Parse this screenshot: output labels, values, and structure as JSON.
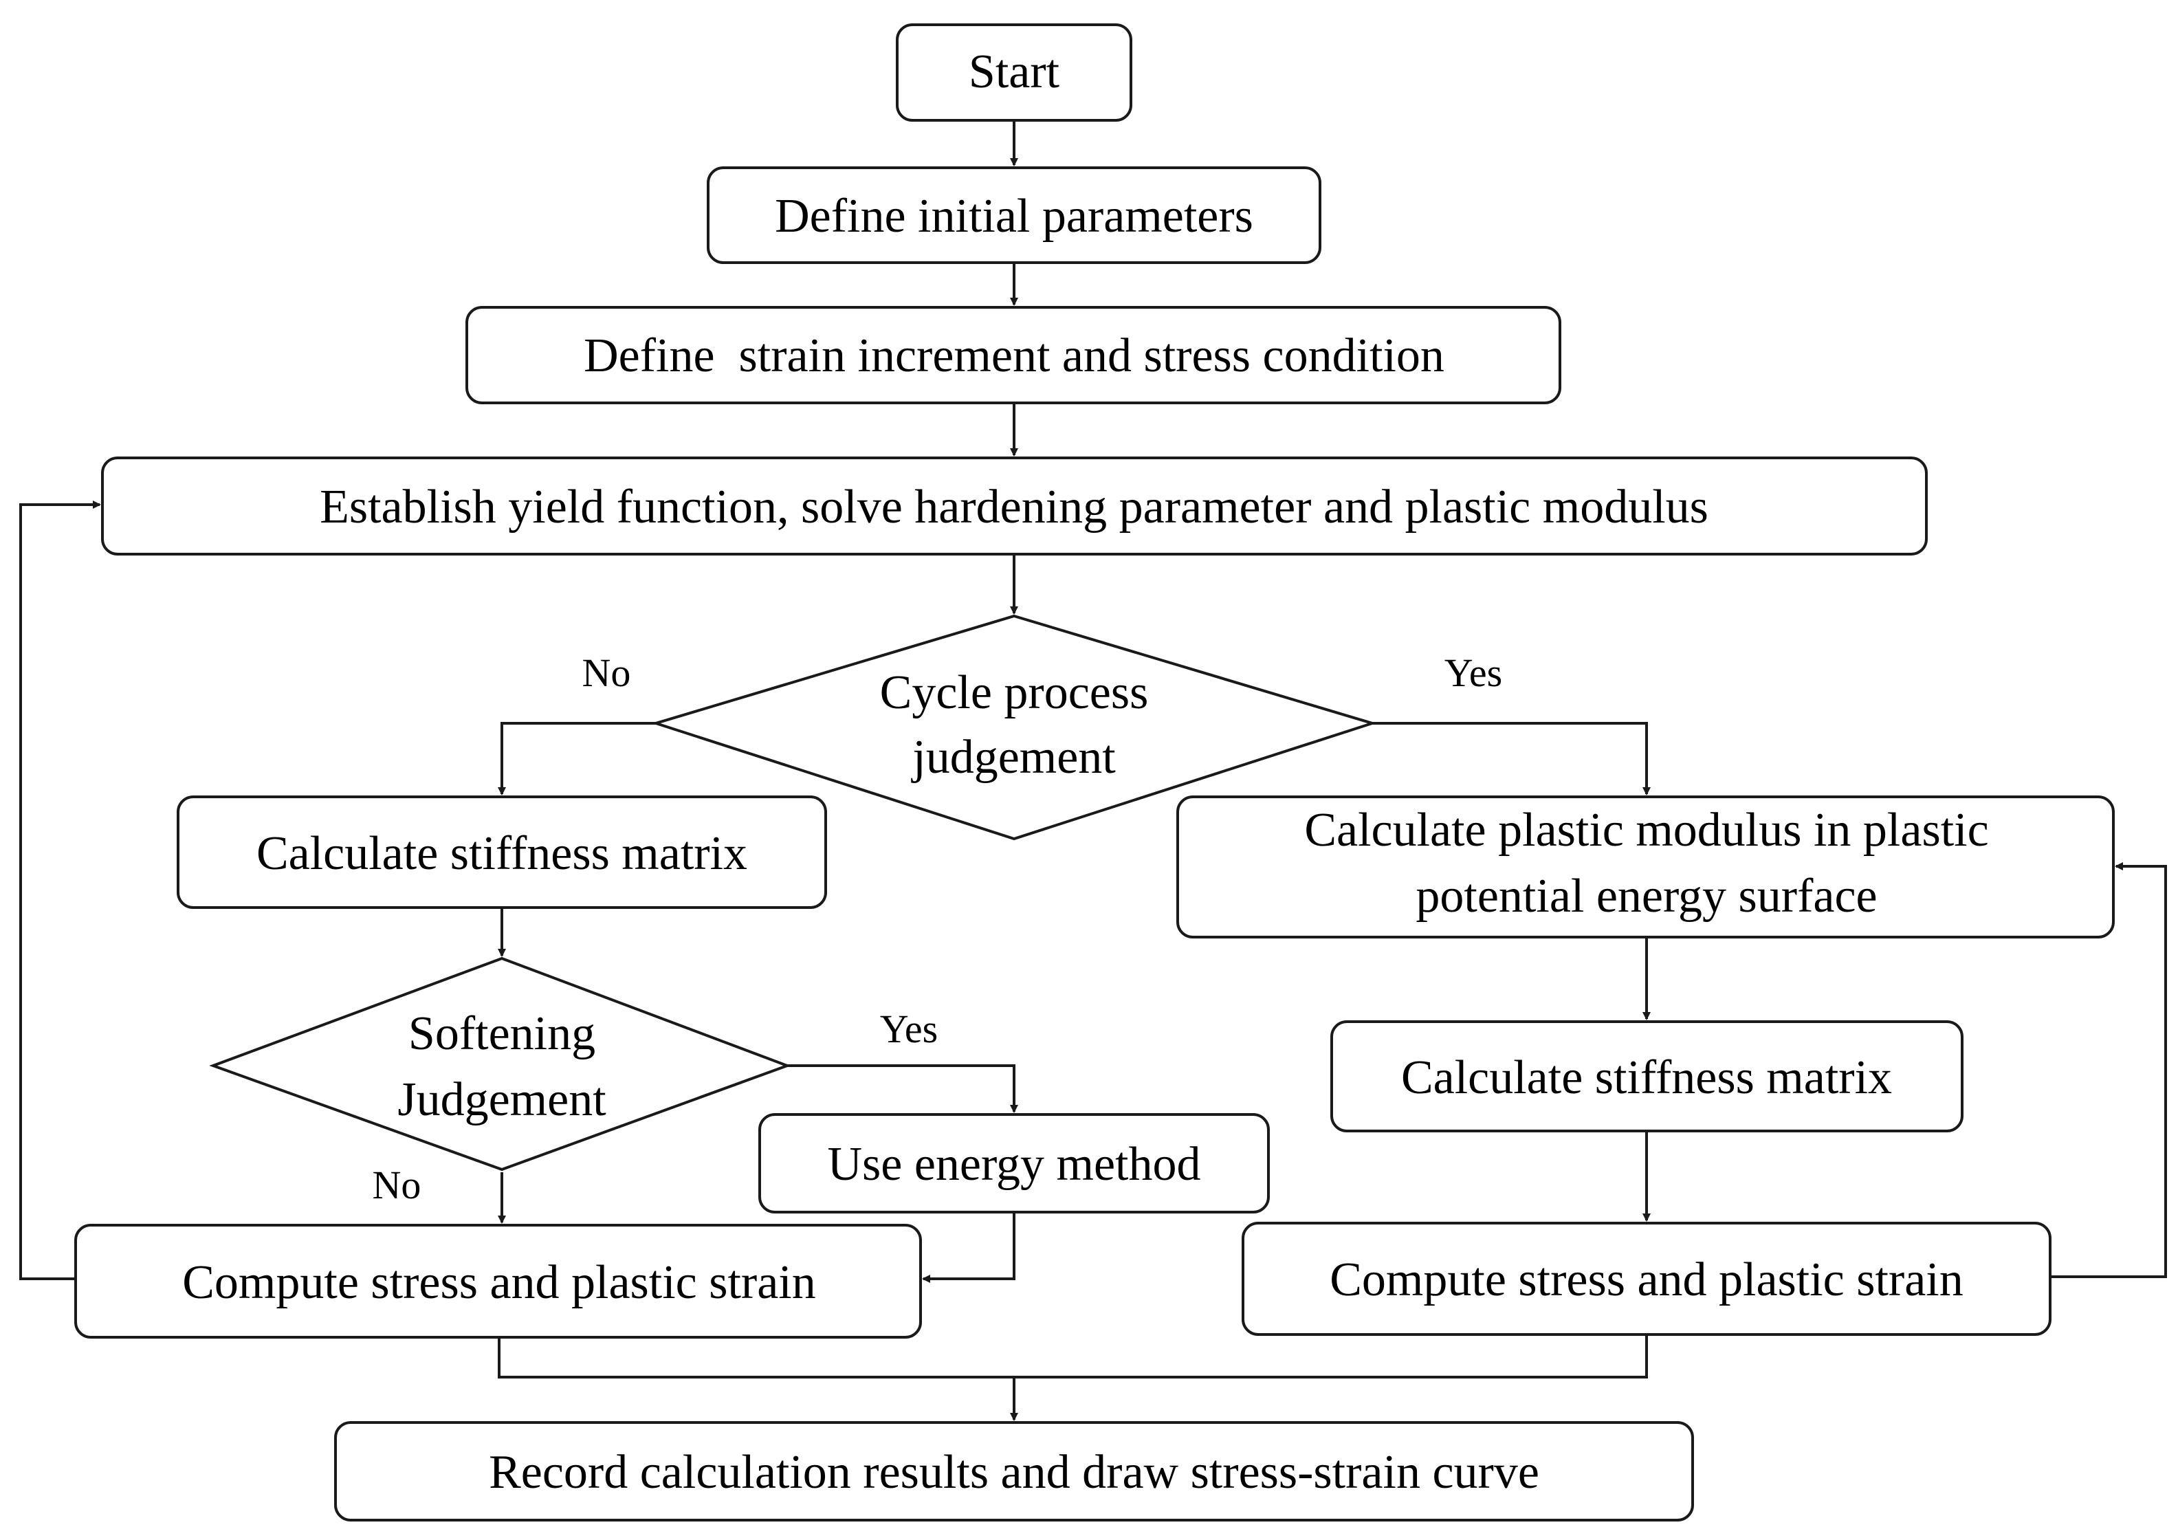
{
  "nodes": {
    "start": "Start",
    "define_params": "Define initial parameters",
    "define_strain": "Define  strain increment and stress condition",
    "establish_yield": "Establish yield function, solve hardening parameter and plastic modulus",
    "cycle_judgement": [
      "Cycle process",
      "judgement"
    ],
    "calc_stiffness_left": "Calculate stiffness matrix",
    "calc_plastic_modulus": [
      "Calculate plastic modulus in plastic",
      "potential energy surface"
    ],
    "softening_judgement": [
      "Softening",
      "Judgement"
    ],
    "energy_method": "Use energy method",
    "calc_stiffness_right": "Calculate stiffness matrix",
    "compute_left": "Compute stress and plastic strain",
    "compute_right": "Compute stress and plastic strain",
    "record_results": "Record calculation results and draw stress-strain curve"
  },
  "edge_labels": {
    "cycle_no": "No",
    "cycle_yes": "Yes",
    "softening_yes": "Yes",
    "softening_no": "No"
  }
}
